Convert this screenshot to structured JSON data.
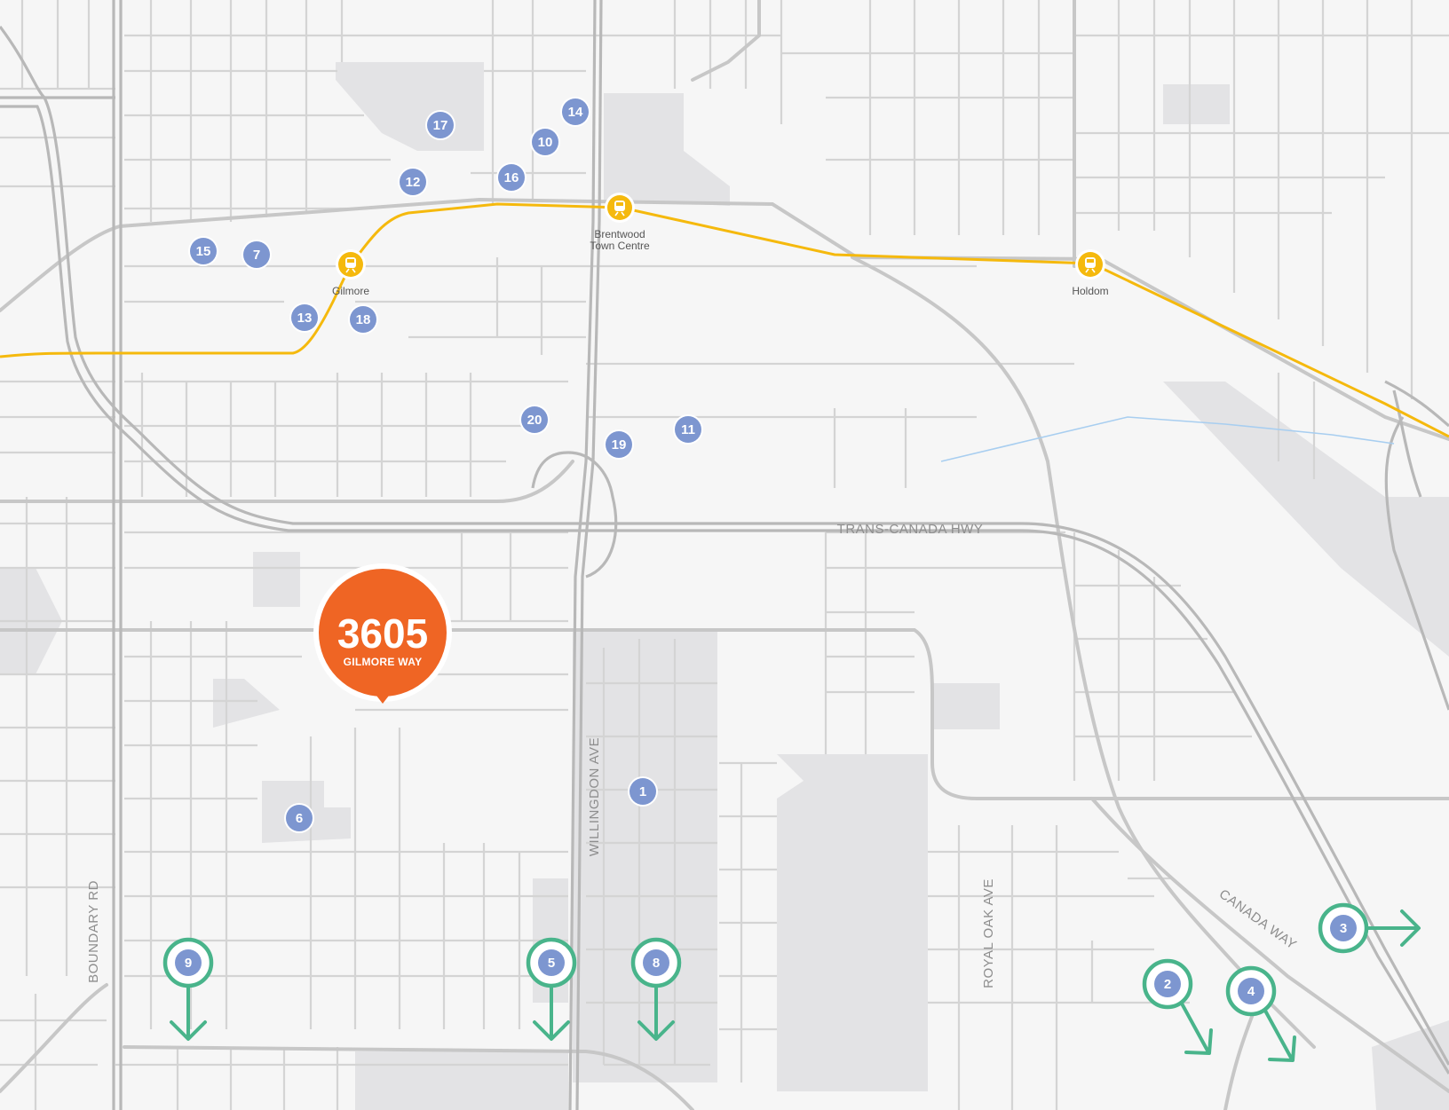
{
  "colors": {
    "background": "#f6f6f6",
    "road": "#c9c9c9",
    "highway": "#b9b9b9",
    "block": "#e3e3e5",
    "transit_line": "#f5b90d",
    "poi": "#7d96d0",
    "ext_poi": "#49b48b",
    "marker": "#ef6524",
    "water": "#a8cef0"
  },
  "marker": {
    "number": "3605",
    "street": "GILMORE WAY"
  },
  "road_labels": [
    {
      "id": "trans-canada-hwy",
      "text": "TRANS-CANADA HWY"
    },
    {
      "id": "willingdon-ave",
      "text": "WILLINGDON AVE"
    },
    {
      "id": "boundary-rd",
      "text": "BOUNDARY RD"
    },
    {
      "id": "royal-oak-ave",
      "text": "ROYAL OAK AVE"
    },
    {
      "id": "canada-way",
      "text": "CANADA WAY"
    }
  ],
  "stations": [
    {
      "id": "gilmore",
      "label_lines": [
        "Gilmore"
      ]
    },
    {
      "id": "brentwood",
      "label_lines": [
        "Brentwood",
        "Town Centre"
      ]
    },
    {
      "id": "holdom",
      "label_lines": [
        "Holdom"
      ]
    }
  ],
  "pois": [
    "1",
    "6",
    "7",
    "10",
    "11",
    "12",
    "13",
    "14",
    "15",
    "16",
    "17",
    "18",
    "19",
    "20"
  ],
  "external_pois": [
    {
      "label": "9",
      "direction": "down"
    },
    {
      "label": "5",
      "direction": "down"
    },
    {
      "label": "8",
      "direction": "down"
    },
    {
      "label": "2",
      "direction": "down-right"
    },
    {
      "label": "4",
      "direction": "down-right"
    },
    {
      "label": "3",
      "direction": "right"
    }
  ]
}
